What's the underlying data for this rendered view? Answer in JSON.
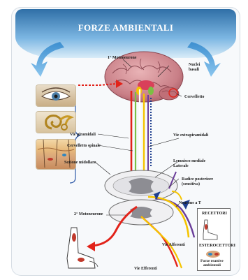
{
  "title": "FORZE AMBIENTALI",
  "labels": {
    "motoneurone1": "1° Motoneurone",
    "nuclei_basali": "Nuclei\nbasali",
    "cervelletto": "Cervelletto",
    "vie_piramidali": "Vie piramidali",
    "cervelletto_spinale": "Cervelletto spinale",
    "vie_extrapiramidali": "Vie extrapiramidali",
    "sezione_midollare": "Sezione midollare",
    "lemnisco": "Lemnisco mediale\nLaterale",
    "radice": "Radice posteriore\n(sensitiva)",
    "neurone_t": "Neurone a T",
    "motoneurone2": "2° Motoneurone",
    "vie_afferenti": "Vie Afferenti",
    "vie_efferenti": "Vie Efferenti",
    "recettori": "RECETTORI",
    "esterocettori": "ESTEROCETTORI",
    "forze_reattive": "Forze reattive\nambientali"
  },
  "colors": {
    "banner": "#2f6fa7",
    "arrow": "#5aa9de",
    "pathway_red": "#e2231a",
    "pathway_yellow": "#f5c400",
    "pathway_green": "#7bc043",
    "pathway_purple": "#6a3d9a",
    "pathway_blue": "#1f3f8f"
  },
  "icons": [
    "eye-image",
    "cochlea-image",
    "skin-section-image",
    "brain-image",
    "spinal-section-image",
    "foot-image"
  ]
}
